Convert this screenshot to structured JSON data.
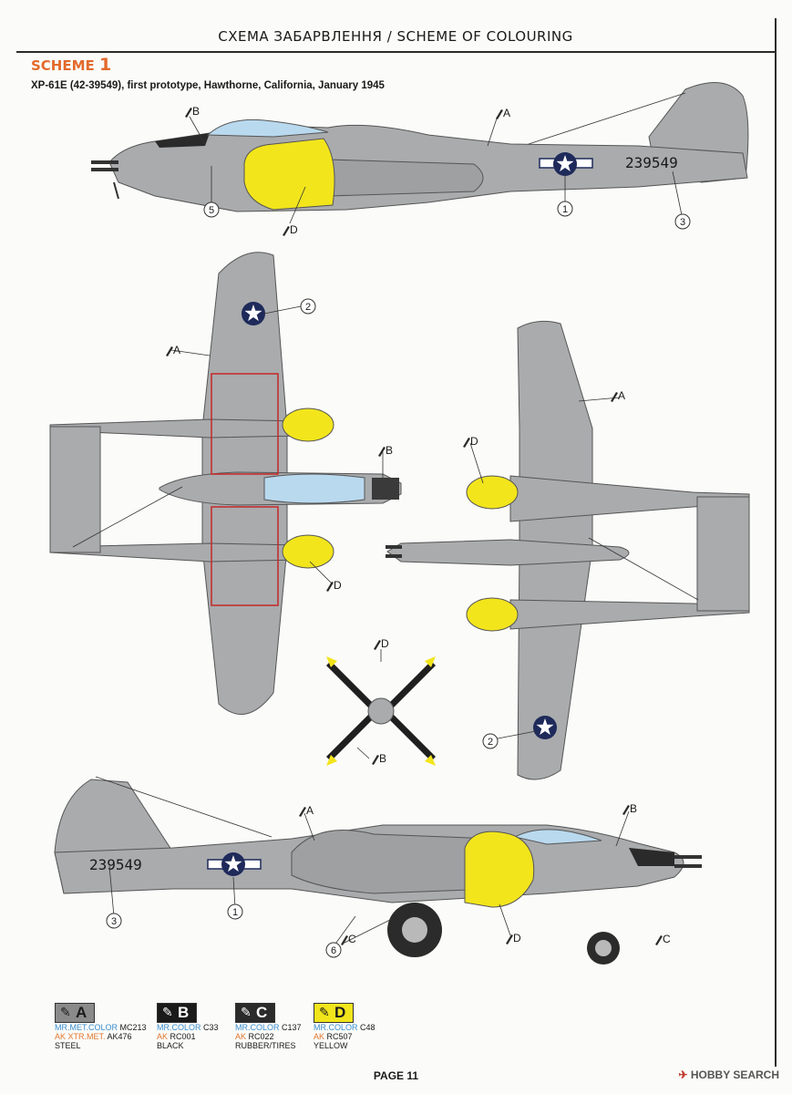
{
  "header": {
    "title": "СХЕМА ЗАБАРВЛЕННЯ / SCHEME OF COLOURING"
  },
  "scheme": {
    "label": "SCHEME",
    "number": "1",
    "subtitle": "XP-61E (42-39549), first prototype, Hawthorne, California, January 1945"
  },
  "aircraft": {
    "serial": "239549"
  },
  "callouts": {
    "A": "A",
    "B": "B",
    "C": "C",
    "D": "D",
    "n1": "1",
    "n2": "2",
    "n3": "3",
    "n5": "5",
    "n6": "6"
  },
  "legend": [
    {
      "code": "A",
      "line1_brand": "MR.MET.COLOR",
      "line1_val": "MC213",
      "line2_brand": "AK XTR.MET.",
      "line2_val": "AK476",
      "name": "STEEL",
      "color": "#8a8a8a"
    },
    {
      "code": "B",
      "line1_brand": "MR.COLOR",
      "line1_val": "C33",
      "line2_brand": "AK",
      "line2_val": "RC001",
      "name": "BLACK",
      "color": "#1a1a1a"
    },
    {
      "code": "C",
      "line1_brand": "MR.COLOR",
      "line1_val": "C137",
      "line2_brand": "AK",
      "line2_val": "RC022",
      "name": "RUBBER/TIRES",
      "color": "#2b2b2b"
    },
    {
      "code": "D",
      "line1_brand": "MR.COLOR",
      "line1_val": "C48",
      "line2_brand": "AK",
      "line2_val": "RC507",
      "name": "YELLOW",
      "color": "#f2e51c"
    }
  ],
  "footer": {
    "page": "PAGE 11",
    "watermark": "HOBBY SEARCH"
  },
  "colors": {
    "accent": "#e26a2c",
    "aircraft_grey": "#a9abad",
    "yellow": "#f2e51c",
    "canopy": "#b9d9ee"
  }
}
